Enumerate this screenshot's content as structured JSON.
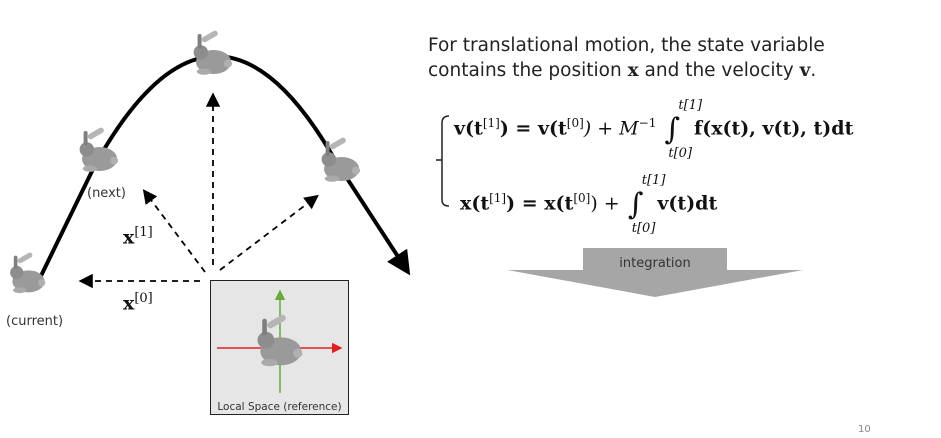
{
  "intro": {
    "line1": "For translational motion, the state variable",
    "line2_pre": "contains the position ",
    "pos_symbol": "x",
    "line2_mid": " and the velocity ",
    "vel_symbol": "v",
    "line2_end": "."
  },
  "equations": {
    "velocity": {
      "lhs": "v(t",
      "lhs_sup": "[1]",
      "eq": ") = v(t",
      "rhs_sup": "[0]",
      "rhs": ") + M",
      "minv": "−1",
      "int_upper": "t[1]",
      "int_lower": "t[0]",
      "integrand": "f(x(t), v(t), t)dt"
    },
    "position": {
      "lhs": "x(t",
      "lhs_sup": "[1]",
      "eq": ") = x(t",
      "rhs_sup": "[0]",
      "rhs": ") + ",
      "int_upper": "t[1]",
      "int_lower": "t[0]",
      "integrand": "v(t)dt"
    }
  },
  "diagram": {
    "label_next": "(next)",
    "label_current": "(current)",
    "vec_x1": "x",
    "vec_x1_sup": "[1]",
    "vec_x0": "x",
    "vec_x0_sup": "[0]",
    "local_space_caption": "Local Space (reference)"
  },
  "integration_arrow_label": "integration",
  "page_number": "10",
  "colors": {
    "axis_x": "#e02020",
    "axis_y": "#6aaa3a",
    "arrow_fill": "#a6a6a6",
    "bunny": "#9a9a9a"
  }
}
